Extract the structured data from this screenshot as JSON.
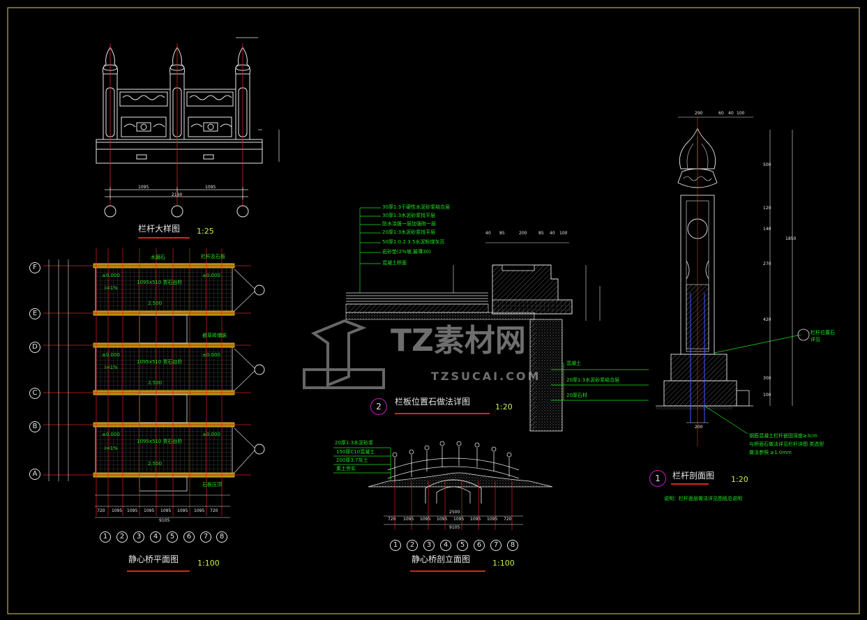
{
  "drawing_titles": {
    "railing_detail": "栏杆大样图",
    "railing_detail_scale": "1:25",
    "bridge_plan": "静心桥平面图",
    "bridge_plan_scale": "1:100",
    "railing_base": "栏板位置石做法详图",
    "railing_base_scale": "1:20",
    "bridge_elevation": "静心桥剖立面图",
    "bridge_elevation_scale": "1:100",
    "railing_section": "栏杆剖面图",
    "railing_section_scale": "1:20",
    "railing_section_note": "说明：栏杆面层做法详见图纸总说明"
  },
  "detail_refs": {
    "railing_base_num": "2",
    "railing_section_num": "1"
  },
  "axis_letters": [
    "F",
    "E",
    "D",
    "C",
    "B",
    "A"
  ],
  "axis_numbers": [
    "1",
    "2",
    "3",
    "4",
    "5",
    "6",
    "7",
    "8"
  ],
  "axis_numbers_elev": [
    "1",
    "2",
    "3",
    "4",
    "5",
    "6",
    "7",
    "8"
  ],
  "dims": {
    "railing_bays": [
      "1095",
      "1095"
    ],
    "railing_total": "2190",
    "plan_bays": [
      "720",
      "1095",
      "1095",
      "1095",
      "1095",
      "1095",
      "1095",
      "720"
    ],
    "plan_total": "9105",
    "elev_bays": [
      "720",
      "1095",
      "1095",
      "1095",
      "1095",
      "1095",
      "1095",
      "720"
    ],
    "elev_total": "9105",
    "elev_mid": "2500",
    "base_top": [
      "40",
      "85",
      "200",
      "85",
      "40",
      "100"
    ],
    "section_top": [
      "290",
      "60",
      "40",
      "100"
    ],
    "section_side": [
      "500",
      "120",
      "140",
      "270",
      "420",
      "300",
      "100"
    ],
    "section_total": "1850",
    "section_bottom": "200"
  },
  "plan_notes": {
    "elev_left": "±0.000",
    "elev_right": "±0.000",
    "slope": "i=1%",
    "block": "1095x510 青石台阶",
    "span": "2.500",
    "label_stone": "栏杆及石板",
    "label_water": "水磨石",
    "label_paving": "嵌草砖铺装",
    "label_sill": "石板压顶"
  },
  "base_layers": [
    "30厚1:3干硬性水泥砂浆结合层",
    "30厚1:3水泥砂浆找平层",
    "防水涂膜一层加强附一层",
    "20厚1:3水泥砂浆找平层",
    "50厚1:0.2:3.5水泥粉煤灰页",
    "岩砂垫(2%坡,最薄30)",
    "混凝土桥面"
  ],
  "base_labels": [
    "混凝土",
    "20厚1:3水泥砂浆结合层",
    "20厚石材"
  ],
  "elev_layers": [
    "20厚1:3水泥砂浆",
    "150厚C10混凝土",
    "200厚3:7灰土",
    "素土夯实"
  ],
  "section_labels": [
    "栏杆位置石",
    "详见"
  ],
  "section_notes": [
    "钢筋混凝土栏杆嵌固深度≥3cm",
    "与桥面石做法详见栏杆详图 类选型",
    "做法参照 ≥1.0mm"
  ],
  "watermark": {
    "brand": "TZ素材网",
    "site": "TZSUCAI.COM"
  },
  "colors": {
    "line": "#e8e8e8",
    "note": "#21e321",
    "axis": "#e21f1f",
    "hatch": "#888888",
    "yellow": "#e0c020",
    "magenta": "#c21fc2"
  }
}
